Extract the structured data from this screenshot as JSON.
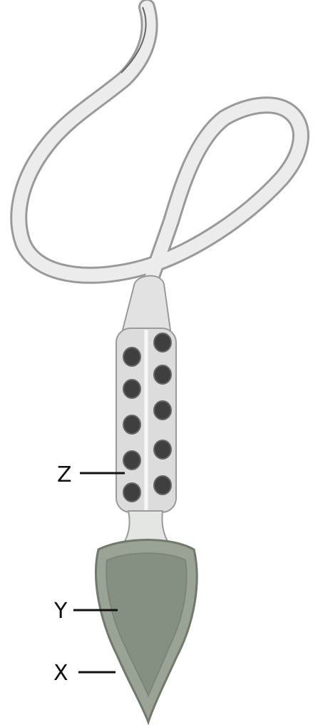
{
  "labels": {
    "z": "Z",
    "y": "Y",
    "x": "X"
  },
  "colors": {
    "tail_fill": "#e6e6e6",
    "tail_outline": "#9a9a9a",
    "midpiece_fill": "#dcdcdc",
    "mitochondria": "#3f3f3f",
    "head_fill": "#9aa396",
    "head_outline": "#6f7a6b",
    "nucleus_fill": "#858f82",
    "leader_line": "#111111"
  }
}
